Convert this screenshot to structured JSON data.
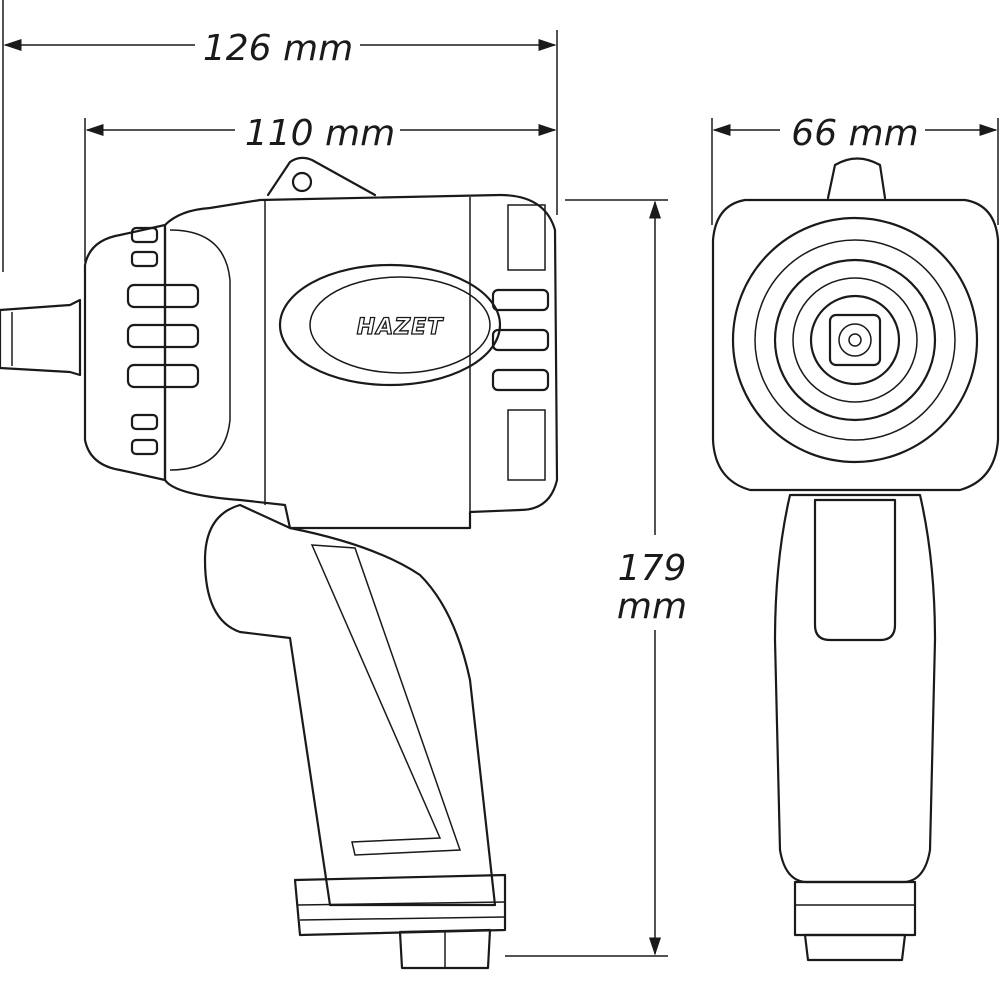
{
  "dimensions": {
    "overall_length": "126 mm",
    "body_length": "110 mm",
    "width": "66 mm",
    "height_value": "179",
    "height_unit": "mm"
  },
  "brand": {
    "logo": "HAZET"
  },
  "colors": {
    "line": "#1a1a1a",
    "background": "#ffffff"
  }
}
